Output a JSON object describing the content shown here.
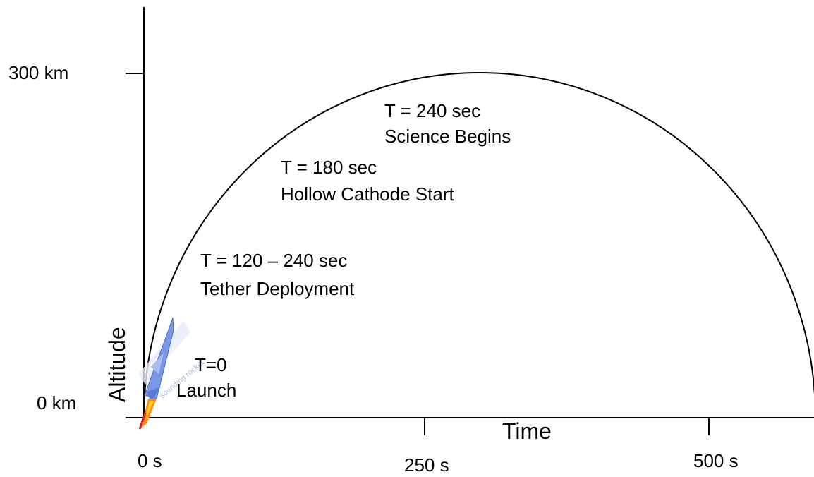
{
  "y_axis": {
    "title": "Altitude",
    "ticks": [
      "300 km",
      "0 km"
    ]
  },
  "x_axis": {
    "title": "Time",
    "ticks": [
      "0 s",
      "250 s",
      "500 s"
    ]
  },
  "events": [
    {
      "time": "T=0",
      "label": "Launch"
    },
    {
      "time": "T = 120 – 240 sec",
      "label": "Tether Deployment"
    },
    {
      "time": "T = 180 sec",
      "label": "Hollow Cathode Start"
    },
    {
      "time": "T = 240 sec",
      "label": "Science Begins"
    }
  ],
  "rocket": {
    "icon": "rocket-icon",
    "watermark": "sounding rocket"
  },
  "colors": {
    "line": "#000000",
    "rocket_body": "#6f8fe0",
    "flame": "#ff4a1a"
  }
}
